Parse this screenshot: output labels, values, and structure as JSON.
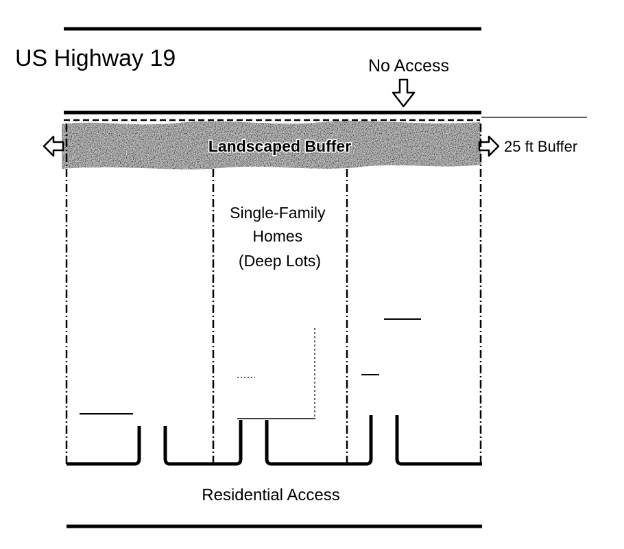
{
  "highway": {
    "name": "US Highway 19"
  },
  "access": {
    "no_access": "No Access",
    "residential_access": "Residential Access"
  },
  "buffer": {
    "label": "Landscaped Buffer",
    "width_label": "25 ft Buffer"
  },
  "lots": {
    "line1": "Single-Family",
    "line2": "Homes",
    "line3": "(Deep Lots)"
  },
  "colors": {
    "ink": "#000000",
    "buffer_fill": "#bdbdbd",
    "background": "#ffffff"
  }
}
